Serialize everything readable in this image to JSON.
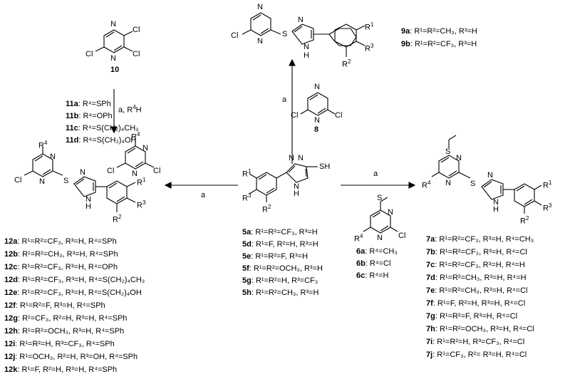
{
  "atoms": {
    "N": "N",
    "NH": "N",
    "H": "H",
    "S": "S",
    "SH": "SH",
    "Cl": "Cl",
    "R1": "R",
    "R2": "R",
    "R3": "R",
    "R4": "R"
  },
  "compounds": {
    "c10": "10",
    "c8": "8"
  },
  "reagents": {
    "a": "a",
    "a_r4h": "a, R"
  },
  "list_11": [
    {
      "id": "11a",
      "txt": ": R⁴=SPh"
    },
    {
      "id": "11b",
      "txt": ": R⁴=OPh"
    },
    {
      "id": "11c",
      "txt": ": R⁴=S(CH₂)₄CH₃"
    },
    {
      "id": "11d",
      "txt": ": R⁴=S(CH₂)₄OH"
    }
  ],
  "list_9": [
    {
      "id": "9a",
      "txt": ": R¹=R²=CH₃, R³=H"
    },
    {
      "id": "9b",
      "txt": ": R¹=R²=CF₃, R³=H"
    }
  ],
  "list_6": [
    {
      "id": "6a",
      "txt": ": R⁴=CH₃"
    },
    {
      "id": "6b",
      "txt": ": R⁴=Cl"
    },
    {
      "id": "6c",
      "txt": ": R⁴=H"
    }
  ],
  "list_5": [
    {
      "id": "5a",
      "txt": ": R¹=R²=CF₃, R³=H"
    },
    {
      "id": "5d",
      "txt": ": R¹=F, R²=H, R³=H"
    },
    {
      "id": "5e",
      "txt": ": R¹=R²=F, R³=H"
    },
    {
      "id": "5f",
      "txt": ": R¹=R²=OCH₃, R³=H"
    },
    {
      "id": "5g",
      "txt": ": R¹=R²=H, R³=CF₃"
    },
    {
      "id": "5h",
      "txt": ": R¹=R²=CH₃, R³=H"
    }
  ],
  "list_12": [
    {
      "id": "12a",
      "txt": ": R¹=R²=CF₃, R³=H, R⁴=SPh"
    },
    {
      "id": "12b",
      "txt": ": R¹=R²=CH₃, R³=H, R⁴=SPh"
    },
    {
      "id": "12c",
      "txt": ": R¹=R²=CF₃, R³=H, R⁴=OPh"
    },
    {
      "id": "12d",
      "txt": ": R¹=R²=CF₃, R³=H, R⁴=S(CH₂)₄CH₃"
    },
    {
      "id": "12e",
      "txt": ": R¹=R²=CF₃, R³=H, R⁴=S(CH₂)₄OH"
    },
    {
      "id": "12f",
      "txt": ": R¹=R²=F, R³=H, R⁴=SPh"
    },
    {
      "id": "12g",
      "txt": ": R¹=CF₃, R²=H, R³=H, R⁴=SPh"
    },
    {
      "id": "12h",
      "txt": ": R¹=R²=OCH₃, R³=H, R⁴=SPh"
    },
    {
      "id": "12i",
      "txt": ": R¹=R²=H, R³=CF₃, R⁴=SPh"
    },
    {
      "id": "12j",
      "txt": ": R¹=OCH₃, R²=H, R³=OH, R⁴=SPh"
    },
    {
      "id": "12k",
      "txt": ": R¹=F, R²=H, R³=H, R⁴=SPh"
    }
  ],
  "list_7": [
    {
      "id": "7a",
      "txt": ": R¹=R²=CF₃, R³=H, R⁴=CH₃"
    },
    {
      "id": "7b",
      "txt": ": R¹=R²=CF₃, R³=H, R⁴=Cl"
    },
    {
      "id": "7c",
      "txt": ": R¹=R²=CF₃, R³=H, R⁴=H"
    },
    {
      "id": "7d",
      "txt": ": R¹=R²=CH₃, R³=H, R⁴=H"
    },
    {
      "id": "7e",
      "txt": ": R¹=R²=CH₃, R³=H, R⁴=Cl"
    },
    {
      "id": "7f",
      "txt": ": R¹=F, R²=H, R³=H, R⁴=Cl"
    },
    {
      "id": "7g",
      "txt": ": R¹=R²=F, R³=H, R⁴=Cl"
    },
    {
      "id": "7h",
      "txt": ": R¹=R²=OCH₃, R³=H, R⁴=Cl"
    },
    {
      "id": "7i",
      "txt": ": R¹=R²=H, R³=CF₃, R⁴=Cl"
    },
    {
      "id": "7j",
      "txt": ": R¹=CF₃, R²= R³=H, R⁴=Cl"
    }
  ]
}
